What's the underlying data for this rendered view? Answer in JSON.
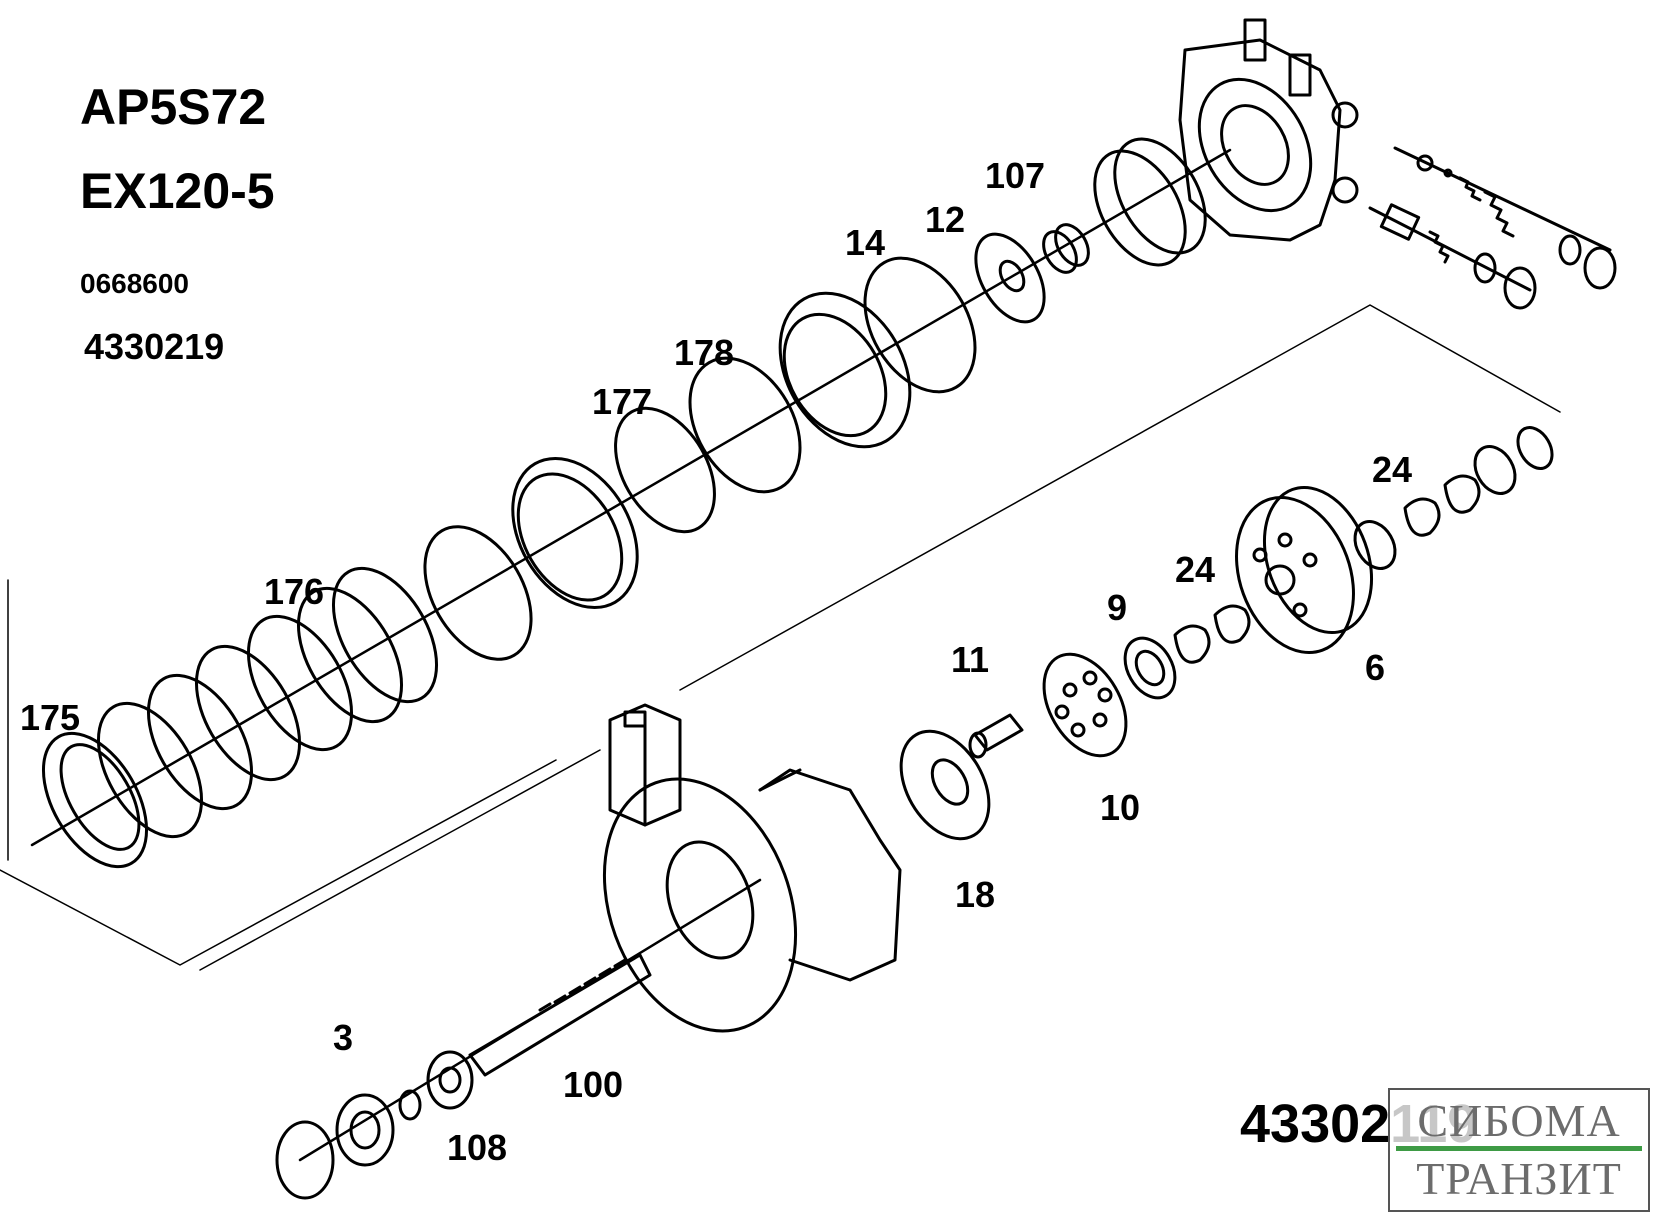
{
  "titles": {
    "model": "AP5S72",
    "machine": "EX120-5",
    "code_small": "0668600",
    "code_large": "4330219",
    "bottom_code": "43302119"
  },
  "part_labels": {
    "p3": "3",
    "p6": "6",
    "p9": "9",
    "p10": "10",
    "p11": "11",
    "p12": "12",
    "p14": "14",
    "p18": "18",
    "p24a": "24",
    "p24b": "24",
    "p100": "100",
    "p107": "107",
    "p108": "108",
    "p175": "175",
    "p176": "176",
    "p177": "177",
    "p178": "178"
  },
  "watermark": {
    "line1": "СИБОМА",
    "line2": "ТРАНЗИТ",
    "accent_color": "#3e9b45",
    "text_color": "#6c6c6c"
  },
  "colors": {
    "line": "#000000",
    "background": "#ffffff"
  }
}
